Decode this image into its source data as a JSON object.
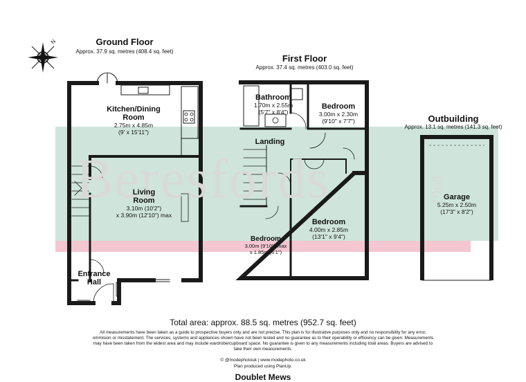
{
  "watermark": {
    "brand": "Beresfords",
    "year": "1968"
  },
  "floors": {
    "ground": {
      "title": "Ground Floor",
      "area": "Approx. 37.9 sq. metres (408.4 sq. feet)"
    },
    "first": {
      "title": "First Floor",
      "area": "Approx. 37.4 sq. metres (403.0 sq. feet)"
    },
    "outbuilding": {
      "title": "Outbuilding",
      "area": "Approx. 13.1 sq. metres (141.3 sq. feet)"
    }
  },
  "rooms": {
    "kitchen": {
      "name_line1": "Kitchen/Dining",
      "name_line2": "Room",
      "dim_metric": "2.75m x 4.85m",
      "dim_imperial": "(9' x 15'11\")"
    },
    "living": {
      "name_line1": "Living",
      "name_line2": "Room",
      "dim_metric": "3.10m (10'2\")",
      "dim_imperial": "x 3.90m (12'10\") max"
    },
    "hall": {
      "name_line1": "Entrance",
      "name_line2": "Hall"
    },
    "bathroom": {
      "name": "Bathroom",
      "dim_metric": "1.70m x 2.55m",
      "dim_imperial": "(5'7\" x 8'4\")"
    },
    "bedroom_a": {
      "name": "Bedroom",
      "dim_metric": "3.00m x 2.30m",
      "dim_imperial": "(9'10\" x 7'7\")"
    },
    "landing": {
      "name": "Landing"
    },
    "bedroom_main": {
      "name": "Bedroom",
      "dim_metric": "4.00m x 2.85m",
      "dim_imperial": "(13'1\" x 9'4\")"
    },
    "bedroom_small": {
      "name": "Bedroom",
      "dim_metric": "3.00m (9'10\") max",
      "dim_imperial": "x 1.85m (6'1\")"
    },
    "garage": {
      "name": "Garage",
      "dim_metric": "5.25m x 2.50m",
      "dim_imperial": "(17'3\" x 8'2\")"
    }
  },
  "total_area": "Total area: approx. 88.5 sq. metres (952.7 sq. feet)",
  "disclaimer": "All measurements have been taken as a guide to prospective buyers only and are not precise. This plan is for illustrative purposes only and no responsibility for any error, ommision or misstatement. The services, systems and appliances shown have not been tested and no guarantee as to their operability or efficiency can be given. Measurements may have been taken from the widest area and may include wardrobe/cupboard space. No guarantee is given to any measurements including total areas. Buyers are advised to take their own measurements.",
  "credit_line1": "© @modephotouk | www.modephoto.co.uk",
  "credit_line2": "Plan produced using PlanUp.",
  "property_name": "Doublet Mews",
  "compass_label": "N",
  "colors": {
    "band_green": "#cfe5db",
    "band_pink": "#f4c6d0",
    "wall": "#1a1a1a"
  }
}
